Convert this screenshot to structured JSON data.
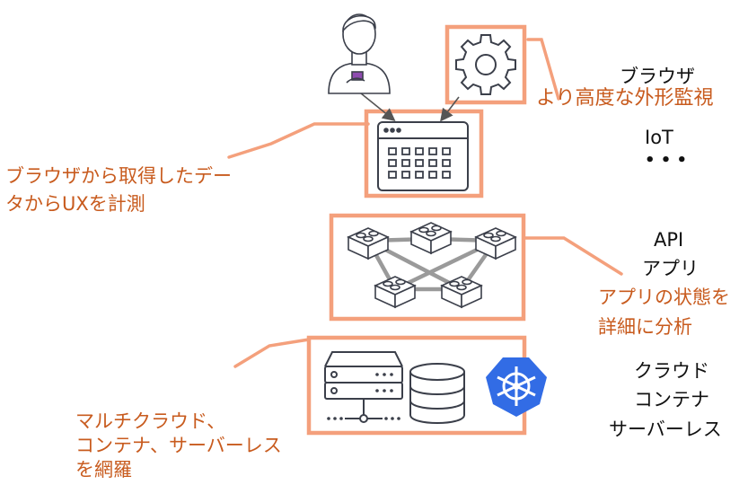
{
  "colors": {
    "accent_box": "#f4a07c",
    "callout_text": "#c85b1e",
    "icon_stroke": "#3b3f4a",
    "kubernetes": "#326ce5"
  },
  "icons": [
    "user-icon",
    "gear-icon",
    "browser-dashboard-icon",
    "api-blocks-icon",
    "server-icon",
    "database-icon",
    "kubernetes-icon"
  ],
  "right_labels": {
    "browser": "ブラウザ",
    "overlap": "より高度な外形監視",
    "iot": "IoT",
    "ellipsis": "• • •",
    "api": "API",
    "app": "アプリ",
    "app_callout_line1": "アプリの状態を",
    "app_callout_line2": "詳細に分析",
    "cloud": "クラウド",
    "container": "コンテナ",
    "serverless": "サーバーレス"
  },
  "left_callouts": {
    "ux_line1": "ブラウザから取得したデー",
    "ux_line2": "タからUXを計測",
    "infra_line1": "マルチクラウド、",
    "infra_line2": "コンテナ、サーバーレス",
    "infra_line3": "を網羅"
  }
}
